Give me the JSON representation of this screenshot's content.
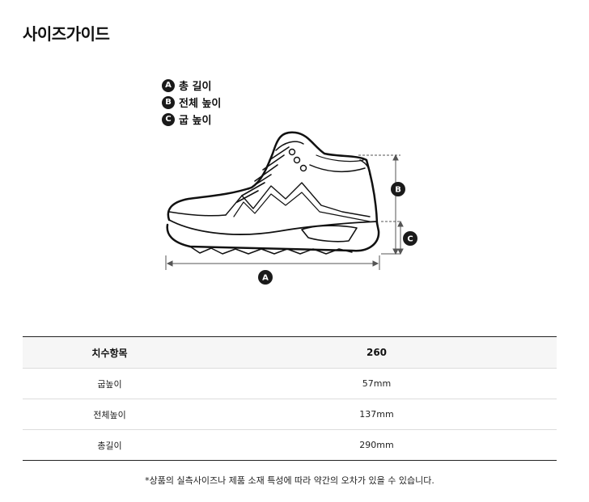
{
  "page": {
    "title": "사이즈가이드"
  },
  "legend": [
    {
      "badge": "A",
      "label": "총 길이"
    },
    {
      "badge": "B",
      "label": "전체 높이"
    },
    {
      "badge": "C",
      "label": "굽 높이"
    }
  ],
  "diagram": {
    "length_marker": "A",
    "height_marker": "B",
    "heel_marker": "C"
  },
  "table": {
    "header": {
      "label": "치수항목",
      "size": "260"
    },
    "rows": [
      {
        "label": "굽높이",
        "value": "57mm"
      },
      {
        "label": "전체높이",
        "value": "137mm"
      },
      {
        "label": "총길이",
        "value": "290mm"
      }
    ]
  },
  "footnote": "*상품의 실측사이즈나 제품 소재 특성에 따라 약간의 오차가 있을 수 있습니다."
}
